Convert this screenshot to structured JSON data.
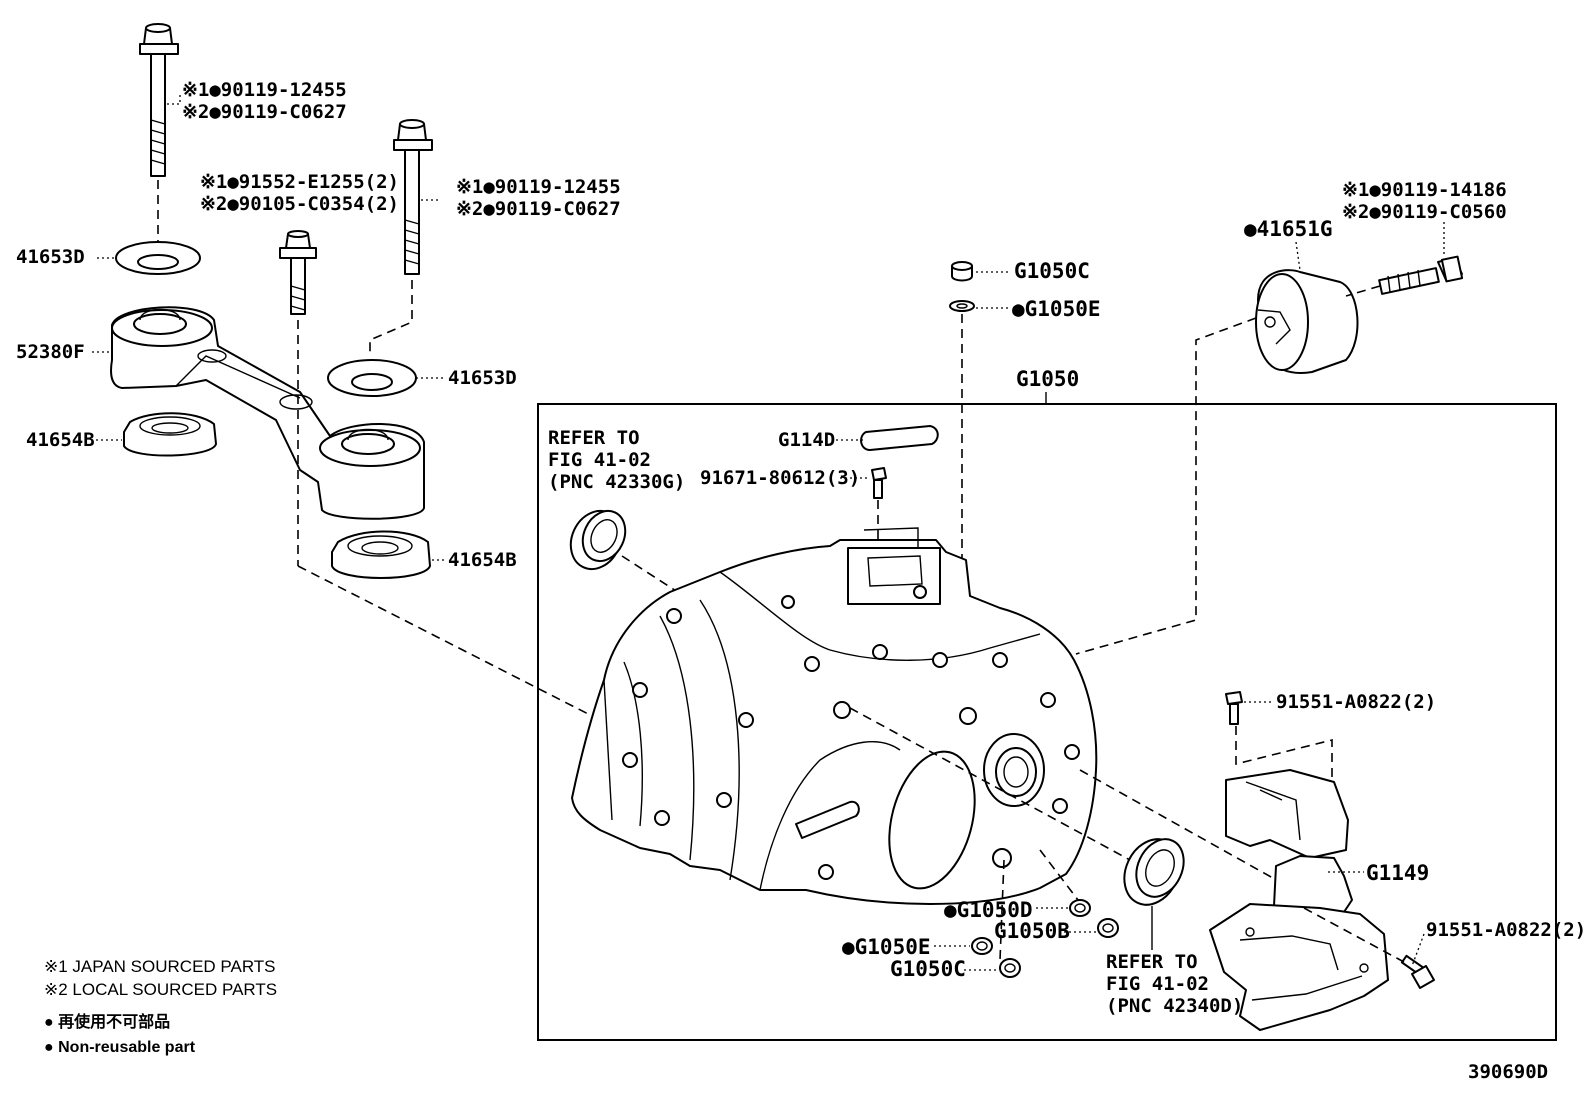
{
  "labels": {
    "bolt_top_left_1": "※1●90119-12455",
    "bolt_top_left_2": "※2●90119-C0627",
    "bolt_center_1": "※1●91552-E1255(2)",
    "bolt_center_2": "※2●90105-C0354(2)",
    "bolt_mid_1": "※1●90119-12455",
    "bolt_mid_2": "※2●90119-C0627",
    "bolt_right_1": "※1●90119-14186",
    "bolt_right_2": "※2●90119-C0560",
    "washer_top_left": "41653D",
    "rod": "52380F",
    "bushing_left": "41654B",
    "washer_mid": "41653D",
    "bushing_right": "41654B",
    "mount_right": "●41651G",
    "plug_top": "G1050C",
    "gasket_top": "●G1050E",
    "assembly": "G1050",
    "cap": "G114D",
    "refer_upper_1": "REFER TO",
    "refer_upper_2": "FIG 41-02",
    "refer_upper_3": "(PNC 42330G)",
    "bolt_small_top": "91671-80612(3)",
    "bolt_right_upper": "91551-A0822(2)",
    "bracket": "G1149",
    "bolt_right_lower": "91551-A0822(2)",
    "ring_d": "●G1050D",
    "plug_b": "G1050B",
    "gasket_e_lower": "●G1050E",
    "plug_c_lower": "G1050C",
    "refer_lower_1": "REFER TO",
    "refer_lower_2": "FIG 41-02",
    "refer_lower_3": "(PNC 42340D)"
  },
  "legend": {
    "line1": "※1 JAPAN SOURCED PARTS",
    "line2": "※2 LOCAL SOURCED PARTS",
    "line3": "● 再使用不可部品",
    "line4": "● Non-reusable part"
  },
  "figure_id": "390690D"
}
